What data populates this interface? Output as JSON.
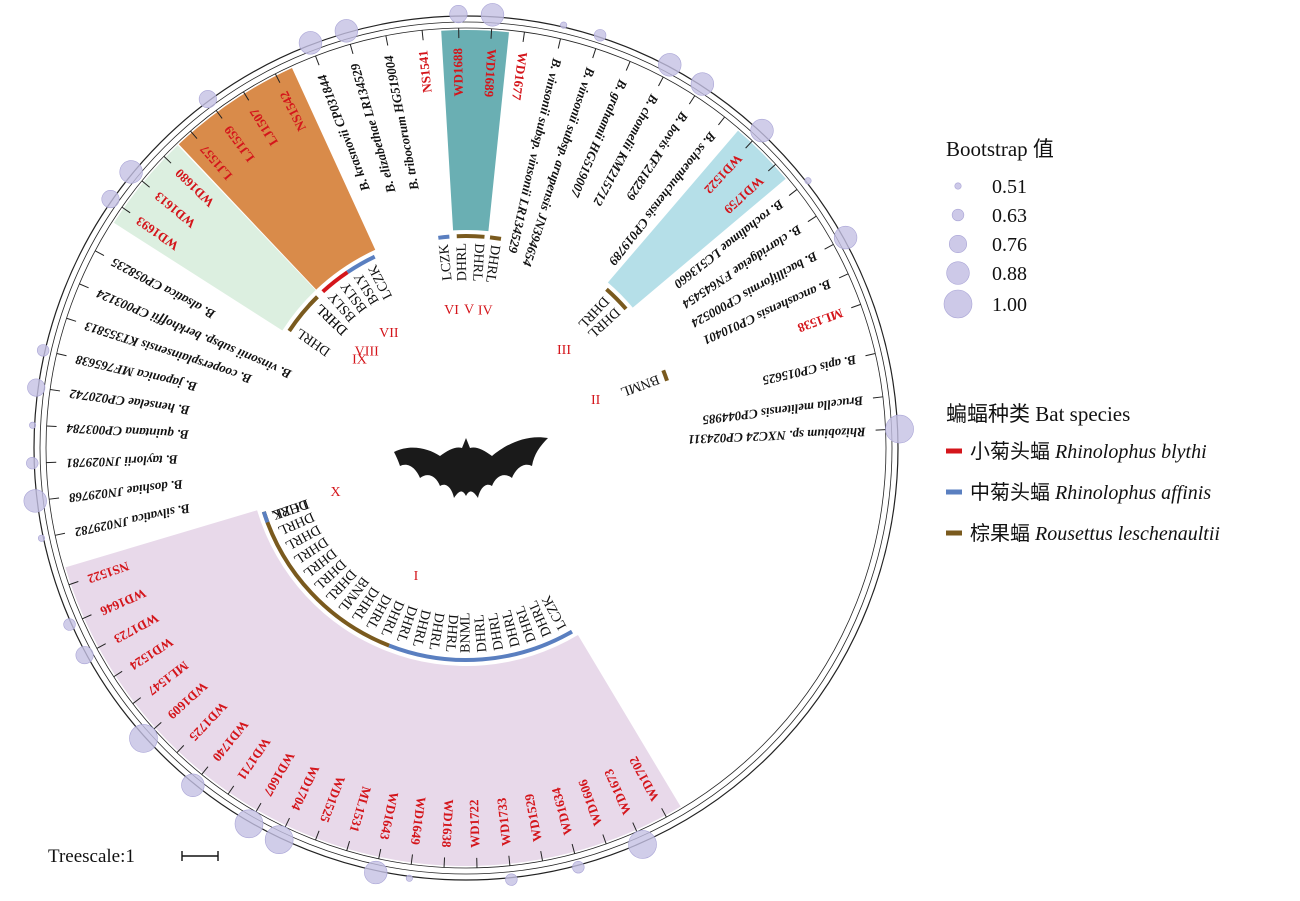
{
  "tree": {
    "center_label": "",
    "taxa": [
      {
        "label": "Rhizobium sp. NXC24 CP024311",
        "angle": -2.5,
        "red": false,
        "bs": 1.0
      },
      {
        "label": "Brucella melitensis CP044985",
        "angle": -7,
        "red": false,
        "bs": 0
      },
      {
        "label": "B. apis CP015625",
        "angle": -13,
        "red": false,
        "bs": 0
      },
      {
        "label": "ML1538",
        "angle": -20,
        "red": true,
        "bs": 0
      },
      {
        "label": "B. ancashensis CP010401",
        "angle": -24.5,
        "red": false,
        "bs": 0
      },
      {
        "label": "B. bacilliformis CP000524",
        "angle": -29,
        "red": false,
        "bs": 0.88
      },
      {
        "label": "B. clarridgeiae FN645454",
        "angle": -33.5,
        "red": false,
        "bs": 0
      },
      {
        "label": "B. rochalimae LC513660",
        "angle": -38,
        "red": false,
        "bs": 0.51
      },
      {
        "label": "WD1759",
        "angle": -42.5,
        "red": true,
        "bs": 0
      },
      {
        "label": "WD1522",
        "angle": -47,
        "red": true,
        "bs": 0.88
      },
      {
        "label": "B. schoenbuchensis CP019789",
        "angle": -52,
        "red": false,
        "bs": 0
      },
      {
        "label": "B. bovis KF218229",
        "angle": -57,
        "red": false,
        "bs": 0.88
      },
      {
        "label": "B. chomelii KM215712",
        "angle": -62,
        "red": false,
        "bs": 0.88
      },
      {
        "label": "B. grahamii HG519007",
        "angle": -67,
        "red": false,
        "bs": 0
      },
      {
        "label": "B. vinsonii subsp. arupensis JN394654",
        "angle": -72,
        "red": false,
        "bs": 0.63
      },
      {
        "label": "B. vinsonii subsp. vinsonii LR134529",
        "angle": -77,
        "red": false,
        "bs": 0.51
      },
      {
        "label": "WD1677",
        "angle": -82,
        "red": true,
        "bs": 0
      },
      {
        "label": "WD1689",
        "angle": -86.5,
        "red": true,
        "bs": 0.88
      },
      {
        "label": "WD1688",
        "angle": -91,
        "red": true,
        "bs": 0.76
      },
      {
        "label": "NS1541",
        "angle": -96,
        "red": true,
        "bs": 0
      },
      {
        "label": "B. tribocorum HG519004",
        "angle": -101,
        "red": false,
        "bs": 0
      },
      {
        "label": "B. elizabethae LR134529",
        "angle": -106,
        "red": false,
        "bs": 0.88
      },
      {
        "label": "B. krasnovii CP031844",
        "angle": -111,
        "red": false,
        "bs": 0.88
      },
      {
        "label": "NS1542",
        "angle": -117,
        "red": true,
        "bs": 0
      },
      {
        "label": "LJ1507",
        "angle": -122,
        "red": true,
        "bs": 0
      },
      {
        "label": "LJ1559",
        "angle": -126.5,
        "red": true,
        "bs": 0.76
      },
      {
        "label": "LJ1557",
        "angle": -131,
        "red": true,
        "bs": 0
      },
      {
        "label": "WD1680",
        "angle": -136,
        "red": true,
        "bs": 0
      },
      {
        "label": "WD1613",
        "angle": -140.5,
        "red": true,
        "bs": 0.88
      },
      {
        "label": "WD1693",
        "angle": -145,
        "red": true,
        "bs": 0.76
      },
      {
        "label": "B. alsatica CP058235",
        "angle": -152,
        "red": false,
        "bs": 0
      },
      {
        "label": "B. vinsonii subsp. berkhoffii CP003124",
        "angle": -157,
        "red": false,
        "bs": 0
      },
      {
        "label": "B. coopersplainsensis KT355813",
        "angle": -162,
        "red": false,
        "bs": 0
      },
      {
        "label": "B. japonica MF765638",
        "angle": -167,
        "red": false,
        "bs": 0.63
      },
      {
        "label": "B. henselae CP020742",
        "angle": -172,
        "red": false,
        "bs": 0.76
      },
      {
        "label": "B. quintana CP003784",
        "angle": -177,
        "red": false,
        "bs": 0.51
      },
      {
        "label": "B. taylorii JN029781",
        "angle": -182,
        "red": false,
        "bs": 0.63
      },
      {
        "label": "B. doshiae JN029768",
        "angle": -187,
        "red": false,
        "bs": 0.88
      },
      {
        "label": "B. silvatica JN029782",
        "angle": -192,
        "red": false,
        "bs": 0.51
      },
      {
        "label": "NS1522",
        "angle": -199,
        "red": true,
        "bs": 0
      },
      {
        "label": "WD1646",
        "angle": -204,
        "red": true,
        "bs": 0.63
      },
      {
        "label": "WD1723",
        "angle": -208.5,
        "red": true,
        "bs": 0.76
      },
      {
        "label": "WD1524",
        "angle": -213,
        "red": true,
        "bs": 0
      },
      {
        "label": "ML1547",
        "angle": -217.5,
        "red": true,
        "bs": 0
      },
      {
        "label": "WD1609",
        "angle": -222,
        "red": true,
        "bs": 1.0
      },
      {
        "label": "WD1725",
        "angle": -226.5,
        "red": true,
        "bs": 0
      },
      {
        "label": "WD1740",
        "angle": -231,
        "red": true,
        "bs": 0.88
      },
      {
        "label": "WD1711",
        "angle": -235.5,
        "red": true,
        "bs": 0
      },
      {
        "label": "WD1607",
        "angle": -240,
        "red": true,
        "bs": 1.0
      },
      {
        "label": "WD1704",
        "angle": -244.5,
        "red": true,
        "bs": 1.0
      },
      {
        "label": "WD1525",
        "angle": -249,
        "red": true,
        "bs": 0
      },
      {
        "label": "ML1531",
        "angle": -253.5,
        "red": true,
        "bs": 0
      },
      {
        "label": "WD1643",
        "angle": -258,
        "red": true,
        "bs": 0.88
      },
      {
        "label": "WD1649",
        "angle": -262.5,
        "red": true,
        "bs": 0.51
      },
      {
        "label": "WD1638",
        "angle": -267,
        "red": true,
        "bs": 0
      },
      {
        "label": "WD1722",
        "angle": -271.5,
        "red": true,
        "bs": 0
      },
      {
        "label": "WD1733",
        "angle": -276,
        "red": true,
        "bs": 0.63
      },
      {
        "label": "WD1529",
        "angle": -280.5,
        "red": true,
        "bs": 0
      },
      {
        "label": "WD1634",
        "angle": -285,
        "red": true,
        "bs": 0.63
      },
      {
        "label": "WD1606",
        "angle": -289.5,
        "red": true,
        "bs": 0
      },
      {
        "label": "WD1673",
        "angle": -294,
        "red": true,
        "bs": 1.0
      },
      {
        "label": "WD1702",
        "angle": -298.5,
        "red": true,
        "bs": 0
      }
    ],
    "clades": [
      {
        "numeral": "I",
        "from": -199,
        "to": -298.5,
        "fill": "#e8d9ea",
        "sites": [
          "DHRL",
          "DHRL",
          "DHRL",
          "DHRL",
          "DHRL",
          "DHRL",
          "DHRL",
          "BNML",
          "DHRL",
          "DHRL",
          "DHRL",
          "DHRL",
          "DHRL",
          "DHRL",
          "DHRL",
          "BNML",
          "DHRL",
          "DHRL",
          "DHRL",
          "DHRL",
          "DHRL",
          "LCZK"
        ],
        "colors": [
          "brown",
          "blue"
        ]
      },
      {
        "numeral": "II",
        "from": -20,
        "to": -20,
        "fill": "none",
        "sites": [
          "BNML"
        ],
        "colors": [
          "brown"
        ]
      },
      {
        "numeral": "III",
        "from": -42.5,
        "to": -47,
        "fill": "#b5dfe8",
        "sites": [
          "DHRL",
          "DHRL"
        ],
        "colors": [
          "brown"
        ]
      },
      {
        "numeral": "IV",
        "from": -82,
        "to": -82,
        "fill": "none",
        "sites": [
          "DHRL"
        ],
        "colors": [
          "brown"
        ]
      },
      {
        "numeral": "V",
        "from": -86.5,
        "to": -91,
        "fill": "#6aafb3",
        "sites": [
          "DHRL",
          "DHRL"
        ],
        "colors": [
          "brown"
        ]
      },
      {
        "numeral": "VI",
        "from": -96,
        "to": -96,
        "fill": "none",
        "sites": [
          "LCZK"
        ],
        "colors": [
          "blue"
        ]
      },
      {
        "numeral": "VII",
        "from": -117,
        "to": -131,
        "fill": "#d98b4a",
        "sites": [
          "LCZK",
          "BSLY",
          "BSLY",
          "BSLY"
        ],
        "colors": [
          "blue",
          "red"
        ]
      },
      {
        "numeral": "VIII",
        "from": -136,
        "to": -136,
        "fill": "none",
        "sites": [
          "DHRL"
        ],
        "colors": [
          "brown"
        ]
      },
      {
        "numeral": "IX",
        "from": -136,
        "to": -145,
        "fill": "#dcefe0",
        "sites": [
          "DHRL",
          "DHRL"
        ],
        "colors": [
          "brown"
        ]
      },
      {
        "numeral": "X",
        "from": -199,
        "to": -199,
        "fill": "none",
        "sites": [
          "LCZK"
        ],
        "colors": [
          "blue"
        ]
      }
    ]
  },
  "legend": {
    "bootstrap_title": "Bootstrap 值",
    "bootstrap_values": [
      "0.51",
      "0.63",
      "0.76",
      "0.88",
      "1.00"
    ],
    "bat_title": "蝙蝠种类 Bat species",
    "bats": [
      {
        "cn": "小菊头蝠",
        "latin": "Rhinolophus blythi",
        "color": "#d4151b"
      },
      {
        "cn": "中菊头蝠",
        "latin": "Rhinolophus affinis",
        "color": "#5a7fc0"
      },
      {
        "cn": "棕果蝠",
        "latin": "Rousettus leschenaultii",
        "color": "#7a5a1e"
      }
    ]
  },
  "scale": {
    "label": "Treescale:1"
  },
  "colors": {
    "bubble": "#c4c0e4",
    "brown": "#7a5a1e",
    "blue": "#5a7fc0",
    "red": "#d4151b",
    "text_red": "#d4151b"
  }
}
